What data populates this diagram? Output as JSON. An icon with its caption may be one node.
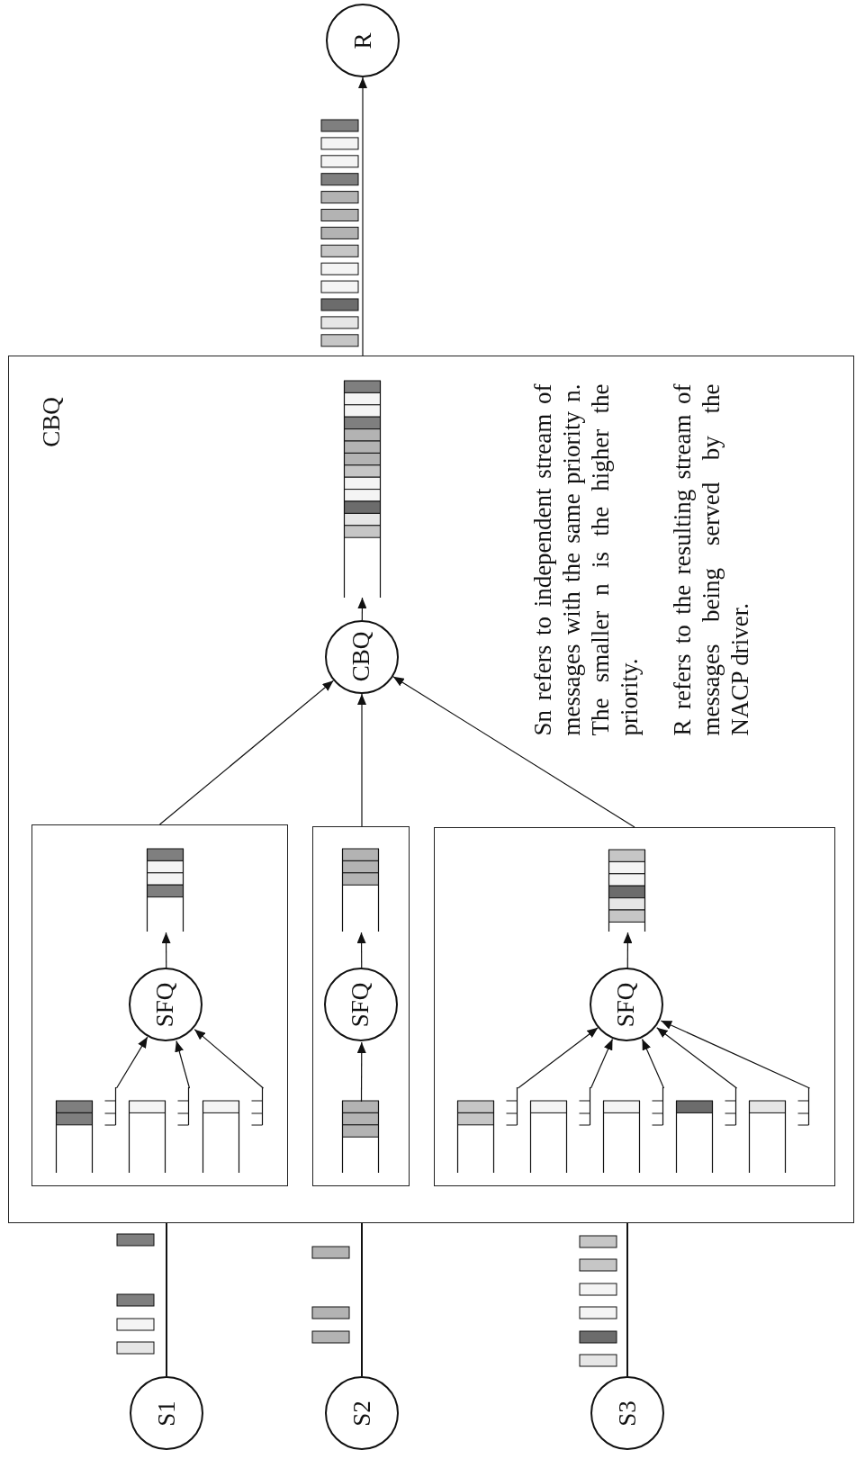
{
  "diagram": {
    "nodes": [
      {
        "text": [
          "R"
        ]
      },
      {
        "text": [
          "CBQ"
        ]
      },
      {
        "text": [
          "CBQ"
        ],
        "in": 1
      },
      {
        "text": [],
        "shape": "box",
        "in": 1
      },
      {
        "text": [],
        "shape": "box",
        "in": 1
      },
      {
        "text": [
          "SFQ"
        ],
        "in": 4
      },
      {
        "text": [],
        "shape": "box",
        "in": 4
      },
      {
        "text": [],
        "shape": "box",
        "in": 4
      },
      {
        "text": [],
        "shape": "box",
        "in": 4
      },
      {
        "text": [],
        "shape": "box",
        "in": 4
      },
      {
        "text": [],
        "shape": "box",
        "in": 1
      },
      {
        "text": [
          "SFQ"
        ],
        "in": 10
      },
      {
        "text": [],
        "shape": "box",
        "in": 10
      },
      {
        "text": [],
        "shape": "box",
        "in": 10
      },
      {
        "text": [],
        "shape": "box",
        "in": 1
      },
      {
        "text": [
          "SFQ"
        ],
        "in": 14
      },
      {
        "text": [],
        "shape": "box",
        "in": 14
      },
      {
        "text": [],
        "shape": "box",
        "in": 14
      },
      {
        "text": [],
        "shape": "box",
        "in": 14
      },
      {
        "text": [],
        "shape": "box",
        "in": 14
      },
      {
        "text": [],
        "shape": "box",
        "in": 14
      },
      {
        "text": [],
        "shape": "box",
        "in": 14
      },
      {
        "text": [
          "S1"
        ]
      },
      {
        "text": [
          "S2"
        ]
      },
      {
        "text": [
          "S3"
        ]
      }
    ],
    "edges": [
      {
        "from": 22,
        "to": 1,
        "arrow": "none"
      },
      {
        "from": 23,
        "to": 1,
        "arrow": "none"
      },
      {
        "from": 24,
        "to": 1,
        "arrow": "none"
      },
      {
        "from": 7,
        "to": 5,
        "arrow": "to"
      },
      {
        "from": 8,
        "to": 5,
        "arrow": "to"
      },
      {
        "from": 9,
        "to": 5,
        "arrow": "to"
      },
      {
        "from": 13,
        "to": 11,
        "arrow": "to"
      },
      {
        "from": 17,
        "to": 15,
        "arrow": "to"
      },
      {
        "from": 18,
        "to": 15,
        "arrow": "to"
      },
      {
        "from": 19,
        "to": 15,
        "arrow": "to"
      },
      {
        "from": 20,
        "to": 15,
        "arrow": "to"
      },
      {
        "from": 21,
        "to": 15,
        "arrow": "to"
      },
      {
        "from": 5,
        "to": 6,
        "arrow": "to"
      },
      {
        "from": 11,
        "to": 12,
        "arrow": "to"
      },
      {
        "from": 15,
        "to": 16,
        "arrow": "to"
      },
      {
        "from": 4,
        "to": 2,
        "arrow": "to"
      },
      {
        "from": 10,
        "to": 2,
        "arrow": "to"
      },
      {
        "from": 14,
        "to": 2,
        "arrow": "to"
      },
      {
        "from": 2,
        "to": 3,
        "arrow": "to"
      },
      {
        "from": 1,
        "to": 0,
        "arrow": "to"
      }
    ],
    "labels": [
      "Sn refers to independent stream of messages with the same priority n. The smaller n is the higher the priority.",
      "R refers to the resulting stream of messages being served by the NACP driver."
    ]
  }
}
